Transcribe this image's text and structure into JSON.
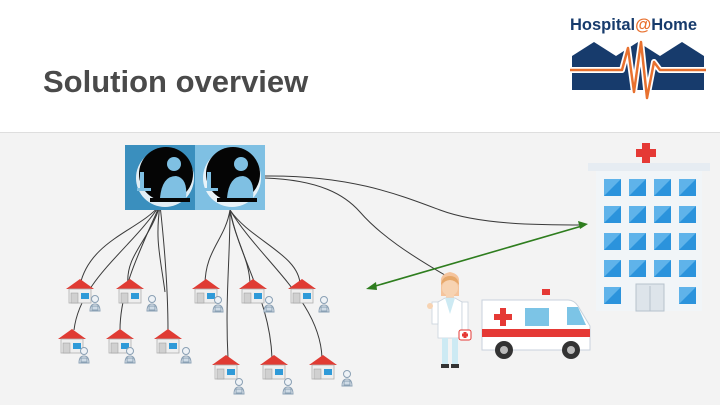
{
  "slide": {
    "title": "Solution overview"
  },
  "logo": {
    "part1": "Hospital",
    "part2": "@",
    "part3": "Home",
    "primary_color": "#173b6c",
    "accent_color": "#e8712f"
  },
  "colors": {
    "roof": "#e03b33",
    "window": "#2f9ad8",
    "connection_line": "#3a3a3a",
    "arrow": "#2e7d1e",
    "hospital_window": "#2b93dc",
    "ambulance_cross": "#e53935"
  },
  "icons": [
    "call-center-agent-icon",
    "house-icon",
    "patient-icon",
    "hospital-icon",
    "doctor-icon",
    "ambulance-icon"
  ]
}
